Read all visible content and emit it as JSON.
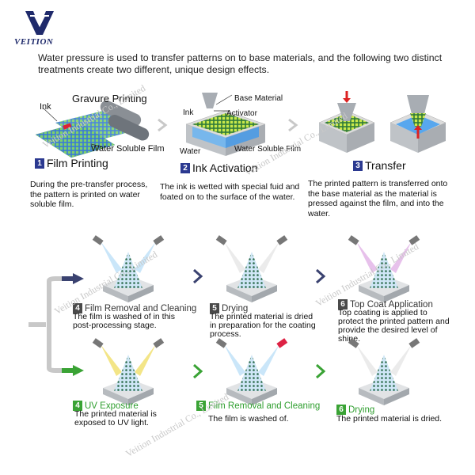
{
  "brand": {
    "name": "VEITION"
  },
  "intro": "Water pressure is used to transfer patterns on to base materials, and the following two distinct treatments create two different, unique design effects.",
  "stage1": {
    "labels": {
      "ink": "Ink",
      "gravure": "Gravure Printing",
      "film": "Water Soluble Film"
    },
    "number": "1",
    "title": "Film Printing",
    "description": "During the pre-transfer process, the pattern is printed on water soluble film."
  },
  "stage2": {
    "labels": {
      "base_material": "Base Material",
      "activator": "Activator",
      "ink": "Ink",
      "water": "Water",
      "film": "Water Soluble Film"
    },
    "number": "2",
    "title": "Ink Activation",
    "description": "The ink is wetted with special fuid and foated on to the surface of the water."
  },
  "stage3": {
    "number": "3",
    "title": "Transfer",
    "description": "The printed pattern is transferred onto the base material as the material is pressed against the film, and into the water."
  },
  "path_a": [
    {
      "number": "4",
      "title": "Film Removal and Cleaning",
      "description": "The film is washed of in this post-processing stage."
    },
    {
      "number": "5",
      "title": "Drying",
      "description": "The printed material is dried in preparation for the coating process."
    },
    {
      "number": "6",
      "title": "Top Coat Application",
      "description": "Top coating is applied to protect the printed pattern and provide the desired level of shine."
    }
  ],
  "path_b": [
    {
      "number": "4",
      "title": "UV Exposure",
      "description": "The printed material is exposed to UV light."
    },
    {
      "number": "5",
      "title": "Film Removal and Cleaning",
      "description": "The film is washed of."
    },
    {
      "number": "6",
      "title": "Drying",
      "description": "The printed material is dried."
    }
  ],
  "watermark": "Veition Industrial Co., Limited",
  "colors": {
    "brand_blue": "#2b3990",
    "path_a": "#3a4270",
    "path_b": "#3aa335",
    "arrow_gray": "#c8c8c8"
  }
}
